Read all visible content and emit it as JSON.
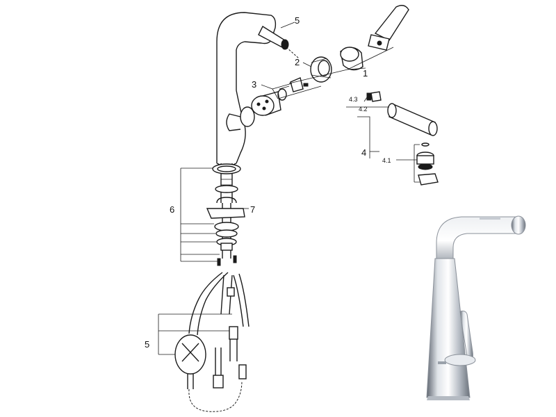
{
  "callouts": {
    "c1": "1",
    "c2": "2",
    "c3": "3",
    "c4": "4",
    "c4_1": "4.1",
    "c4_2": "4.2",
    "c4_3": "4.3",
    "c5_top": "5",
    "c5_bottom": "5",
    "c6": "6",
    "c7": "7"
  },
  "colors": {
    "line": "#1a1a1a",
    "chrome_light": "#f2f3f5",
    "chrome_dark": "#7d8590"
  }
}
